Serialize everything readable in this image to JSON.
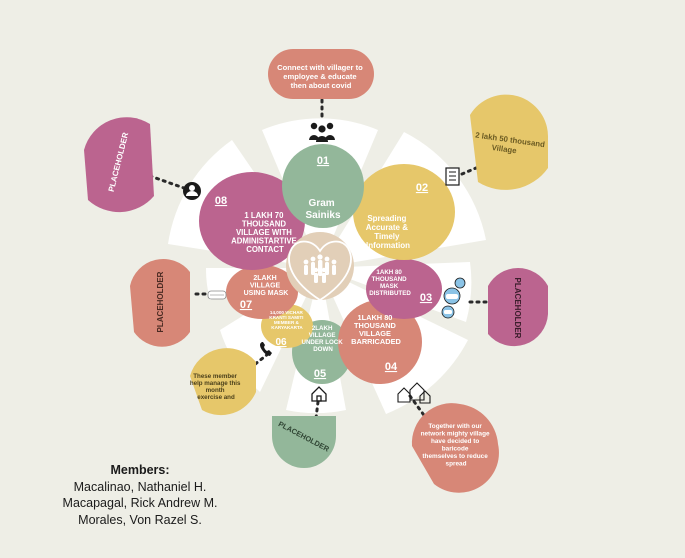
{
  "top_note": {
    "text": [
      "Connect with villager to",
      "employee & educate",
      "then about covid"
    ]
  },
  "center": {
    "figure": "crowd-heart-emblem"
  },
  "segments": [
    {
      "number": "01",
      "title": [
        "Gram",
        "Sainiks"
      ],
      "body": []
    },
    {
      "number": "02",
      "title": [],
      "body": [
        "Spreading",
        "Accurate &",
        "Timely",
        "Information"
      ]
    },
    {
      "number": "03",
      "title": [],
      "body": [
        "1AKH 80",
        "THOUSAND",
        "MASK",
        "DISTRIBUTED"
      ]
    },
    {
      "number": "04",
      "title": [],
      "body": [
        "1LAKH 80",
        "THOUSAND",
        "VILLAGE",
        "BARRICADED"
      ]
    },
    {
      "number": "05",
      "title": [],
      "body": [
        "2LAKH",
        "VILLAGE",
        "UNDER LOCK",
        "DOWN"
      ]
    },
    {
      "number": "06",
      "title": [],
      "body": [
        "14,000 VICHAR",
        "KRANTI SAMITI",
        "MEMBER &",
        "KARYAKARTA"
      ]
    },
    {
      "number": "07",
      "title": [],
      "body": [
        "2LAKH",
        "VILLAGE",
        "USING MASK"
      ]
    },
    {
      "number": "08",
      "title": [],
      "body": [
        "1 LAKH 70",
        "THOUSAND",
        "VILLAGE WITH",
        "ADMINISTARTIVE",
        "CONTACT"
      ]
    }
  ],
  "outer_notes": {
    "n02": [
      "2 lakh 50 thousand",
      "Village"
    ],
    "n03": [
      "PLACEHOLDER"
    ],
    "n04": [
      "Together with our",
      "network mighty village",
      "have decided to",
      "baricode",
      "themselves to reduce",
      "spread"
    ],
    "n05": [
      "PLACEHOLDER"
    ],
    "n06": [
      "These member",
      "help manage this",
      "month",
      "exercise and"
    ],
    "n07": [
      "PLACEHOLDER"
    ],
    "n08": [
      "PLACEHOLDER"
    ]
  },
  "icons": {
    "i01": "people-group-icon",
    "i02": "checklist-icon",
    "i03": "face-mask-icon",
    "i04": "village-houses-icon",
    "i05": "house-icon",
    "i06": "phone-icon",
    "i07": "face-mask-icon",
    "i08": "user-circle-icon"
  },
  "members": {
    "title": "Members:",
    "names": [
      "Macalinao, Nathaniel H.",
      "Macapagal, Rick Andrew M.",
      "Morales, Von Razel S."
    ]
  },
  "colors": {
    "background": "#eeeee6",
    "green": "#93b79a",
    "yellow": "#e6c76a",
    "purple": "#bb648f",
    "salmon": "#d78777",
    "center": "#e2cfb8",
    "white": "#ffffff"
  }
}
